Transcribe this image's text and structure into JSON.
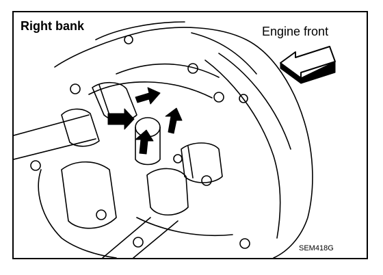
{
  "labels": {
    "bank": "Right bank",
    "direction": "Engine front",
    "figure_code": "SEM418G"
  },
  "colors": {
    "ink": "#000000",
    "paper": "#ffffff"
  },
  "icons": [
    "engine-front-arrow-icon",
    "cam-cap-arrow-icon"
  ]
}
